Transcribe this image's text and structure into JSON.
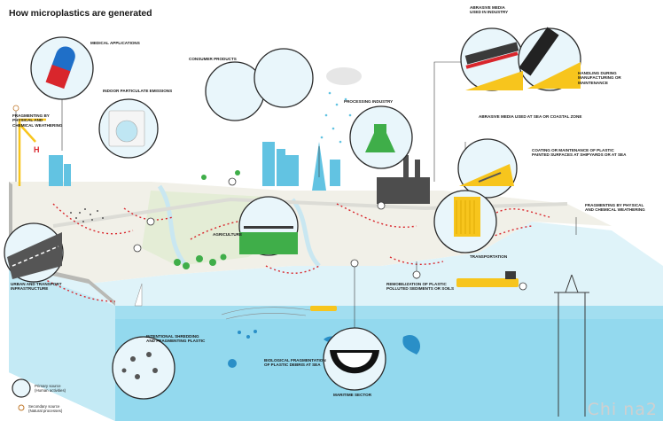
{
  "title": "How microplastics are generated",
  "labels": {
    "medical": "MEDICAL APPLICATIONS",
    "consumer": "CONSUMER PRODUCTS",
    "indoor": "INDOOR PARTICULATE EMISSIONS",
    "fragmenting_left": "FRAGMENTING BY\nPHYSICAL AND\nCHEMICAL WEATHERING",
    "processing": "PROCESSING INDUSTRY",
    "abrasive_industry": "ABRASIVE MEDIA\nUSED IN INDUSTRY",
    "handling": "HANDLING DURING\nMANUFACTURING OR\nMAINTENANCE",
    "abrasive_sea": "ABRASIVE MEDIA USED AT SEA OR COASTAL ZONE",
    "coating": "COATING OR MAINTENANCE OF PLASTIC\nPAINTED SURFACES AT SHIPYARDS OR AT SEA",
    "fragmenting_right": "FRAGMENTING BY PHYSICAL\nAND CHEMICAL WEATHERING",
    "agriculture": "AGRICULTURE",
    "transportation": "TRANSPORTATION",
    "urban": "URBAN AND TRANSPORT\nINFRASTRUCTURE",
    "remobilization": "REMOBILIZATION OF PLASTIC\nPOLLUTED SEDIMENTS OR SOILS",
    "shredding": "INTENTIONAL SHREDDING\nAND FRAGMENTING PLASTIC",
    "biological": "BIOLOGICAL FRAGMENTATION\nof plastic debris at sea",
    "maritime": "MARITIME SECTOR"
  },
  "legend": {
    "primary": "Primary source\n(Human activities)",
    "secondary": "Secondary source\n(Natural processes)"
  },
  "watermark": "Chi na2",
  "colors": {
    "land": "#f1f0e8",
    "land_green": "#e5eed7",
    "sea_top": "#dff3f9",
    "sea_front": "#8fd8ee",
    "sea_side": "#c2e9f5",
    "cliff": "#b9b9b5",
    "city": "#62c3e2",
    "yellow": "#f7c51d",
    "red": "#d9262c",
    "green": "#3fae49",
    "dark": "#3a3a3a",
    "circle_bg": "#e9f6fb"
  }
}
